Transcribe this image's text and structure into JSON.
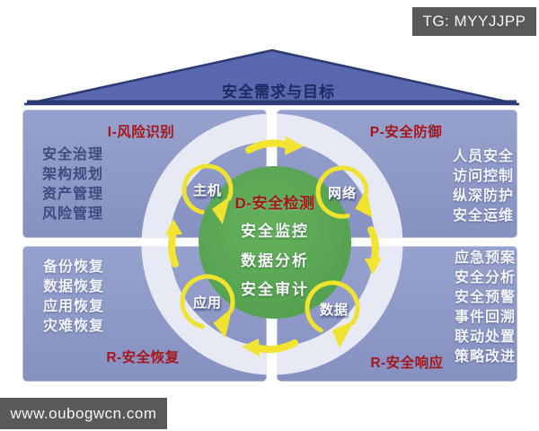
{
  "badge": {
    "text": "TG: MYYJJPP"
  },
  "watermark": {
    "text": "www.oubogwcn.com"
  },
  "roof": {
    "label": "安全需求与目标"
  },
  "core": {
    "title": "D-安全检测",
    "items": [
      "安全监控",
      "数据分析",
      "安全审计"
    ]
  },
  "ring": {
    "host": "主机",
    "network": "网络",
    "application": "应用",
    "data": "数据"
  },
  "quadrants": {
    "tl": {
      "title": "I-风险识别",
      "items": [
        "安全治理",
        "架构规划",
        "资产管理",
        "风险管理"
      ]
    },
    "tr": {
      "title": "P-安全防御",
      "items": [
        "人员安全",
        "访问控制",
        "纵深防护",
        "安全运维"
      ]
    },
    "bl": {
      "title": "R-安全恢复",
      "items": [
        "备份恢复",
        "数据恢复",
        "应用恢复",
        "灾难恢复"
      ]
    },
    "br": {
      "title": "R-安全响应",
      "items": [
        "应急预案",
        "安全分析",
        "安全预警",
        "事件回溯",
        "联动处置",
        "策略改进"
      ]
    }
  },
  "colors": {
    "panel_blue": "#8c97c7",
    "roof_blue": "#5868ae",
    "ring_light": "#e7e9f4",
    "core_green": "#57a551",
    "accent_yellow": "#f2e431",
    "title_red": "#a5171c",
    "badge_gray": "#59595b"
  }
}
